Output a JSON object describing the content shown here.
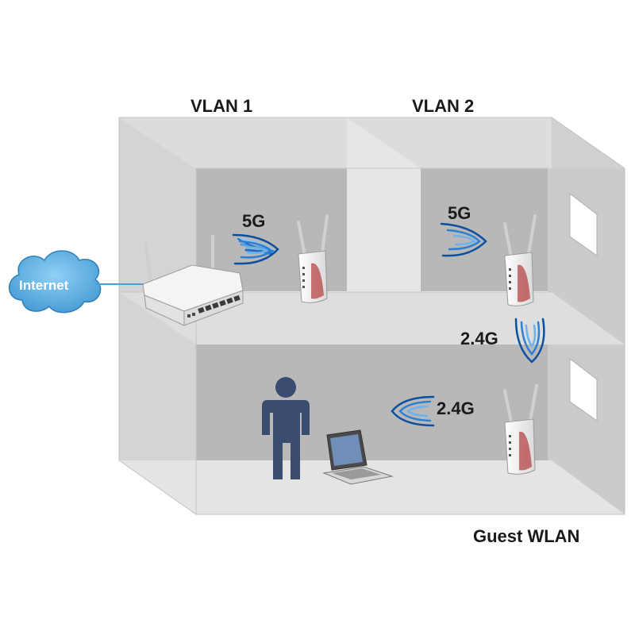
{
  "labels": {
    "vlan1": "VLAN 1",
    "vlan2": "VLAN 2",
    "guest": "Guest WLAN",
    "internet": "Internet",
    "band_5g_left": "5G",
    "band_5g_right": "5G",
    "band_24g_mid": "2.4G",
    "band_24g_lower": "2.4G"
  },
  "icons": [
    "cloud-icon",
    "router-icon",
    "access-point-icon",
    "person-icon",
    "laptop-icon",
    "wifi-waves-icon"
  ],
  "colors": {
    "wave_blue": "#1f6fc6",
    "wave_light": "#8fc3f0",
    "cloud": "#5aaee0",
    "person": "#3b4d6e",
    "wall_back": "#b9b9b9",
    "wall_side": "#cfcfcf",
    "floor": "#e2e2e2"
  }
}
